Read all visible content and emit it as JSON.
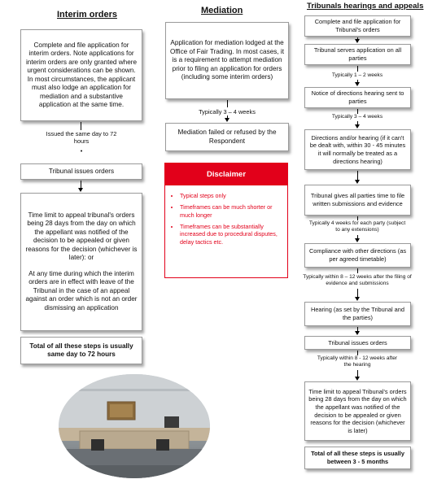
{
  "columns": {
    "interim": {
      "heading": "Interim orders",
      "box1": "Complete and file application for interim orders. Note applications for interim orders are only granted where urgent considerations can be shown. In most circumstances, the applicant must also lodge an application for mediation and a substantive application at the same time.",
      "timing1": "Issued the same day to 72 hours",
      "box2": "Tribunal issues orders",
      "box3_p1": "Time limit to appeal tribunal's orders being 28 days from the day on which the appellant was notified of the decision to be appealed or given reasons for the decision (whichever is later): or",
      "box3_p2": "At any time during which the interim orders are in effect with leave of the Tribunal in the case of an appeal against an order which is not an order dismissing an application",
      "total": "Total of all these steps is usually same day to 72 hours"
    },
    "mediation": {
      "heading": "Mediation",
      "box1": "Application for mediation lodged at the Office of Fair Trading. In most cases, it is a requirement to attempt mediation prior to filing an application for orders (including some interim orders)",
      "timing1": "Typically 3 – 4 weeks",
      "box2": "Mediation failed or refused by the Respondent"
    },
    "tribunal": {
      "heading": "Tribunals hearings and appeals",
      "box1": "Complete and file application for Tribunal's orders",
      "box2": "Tribunal serves application on all parties",
      "timing1": "Typically 1 – 2 weeks",
      "box3": "Notice of directions hearing sent to parties",
      "timing2": "Typically 3 – 4 weeks",
      "box4": "Directions and/or hearing (if it can't be dealt with, within 30 - 45 minutes it will normally be treated as a directions hearing)",
      "box5": "Tribunal gives all parties time to file written submissions and evidence",
      "timing3": "Typically 4 weeks for each party (subject to any extensions)",
      "box6": "Compliance with other directions (as per agreed timetable)",
      "timing4": "Typically within 8 – 12 weeks after the filing of evidence and submissions",
      "box7": "Hearing (as set by the Tribunal and the parties)",
      "box8": "Tribunal issues orders",
      "timing5": "Typically within 8 - 12 weeks after the hearing",
      "box9": "Time limit to appeal Tribunal's orders being 28 days from the day on which the appellant was notified of the decision to be appealed or given reasons for the decision (whichever is later)",
      "total": "Total of all these steps is usually between 3 - 5 months"
    }
  },
  "disclaimer": {
    "title": "Disclaimer",
    "items": [
      "Typical steps only",
      "Timeframes can be much shorter or much longer",
      "Timeframes can be substantially increased due to procedural disputes, delay tactics etc."
    ]
  },
  "colors": {
    "disclaimer_red": "#e2001a",
    "box_border": "#9a9a9a",
    "arrow": "#000000"
  },
  "photo": {
    "subject": "tribunal hearing room"
  }
}
